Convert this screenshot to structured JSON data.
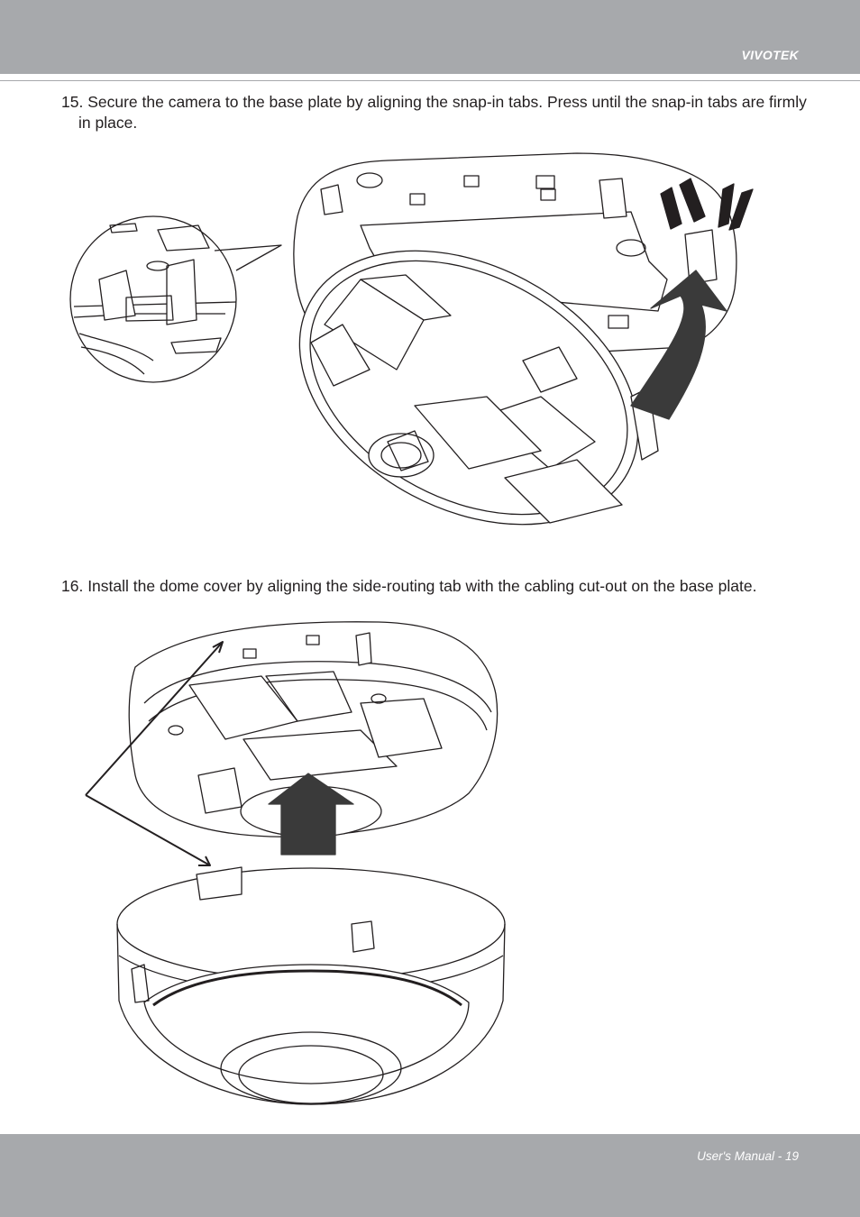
{
  "header": {
    "brand": "VIVOTEK"
  },
  "steps": [
    {
      "text": "15. Secure the camera to the base plate by aligning the snap-in tabs. Press until the snap-in tabs are firmly in place."
    },
    {
      "text": "16. Install the dome cover by aligning the side-routing tab with the cabling cut-out on the base plate."
    }
  ],
  "footer": {
    "page_label": "User's Manual - 19"
  },
  "colors": {
    "band": "#a7a9ac",
    "arrow": "#3a3a3a",
    "line": "#231f20"
  },
  "figures": [
    {
      "icon": "camera-snap-in-illustration"
    },
    {
      "icon": "dome-cover-install-illustration"
    }
  ]
}
